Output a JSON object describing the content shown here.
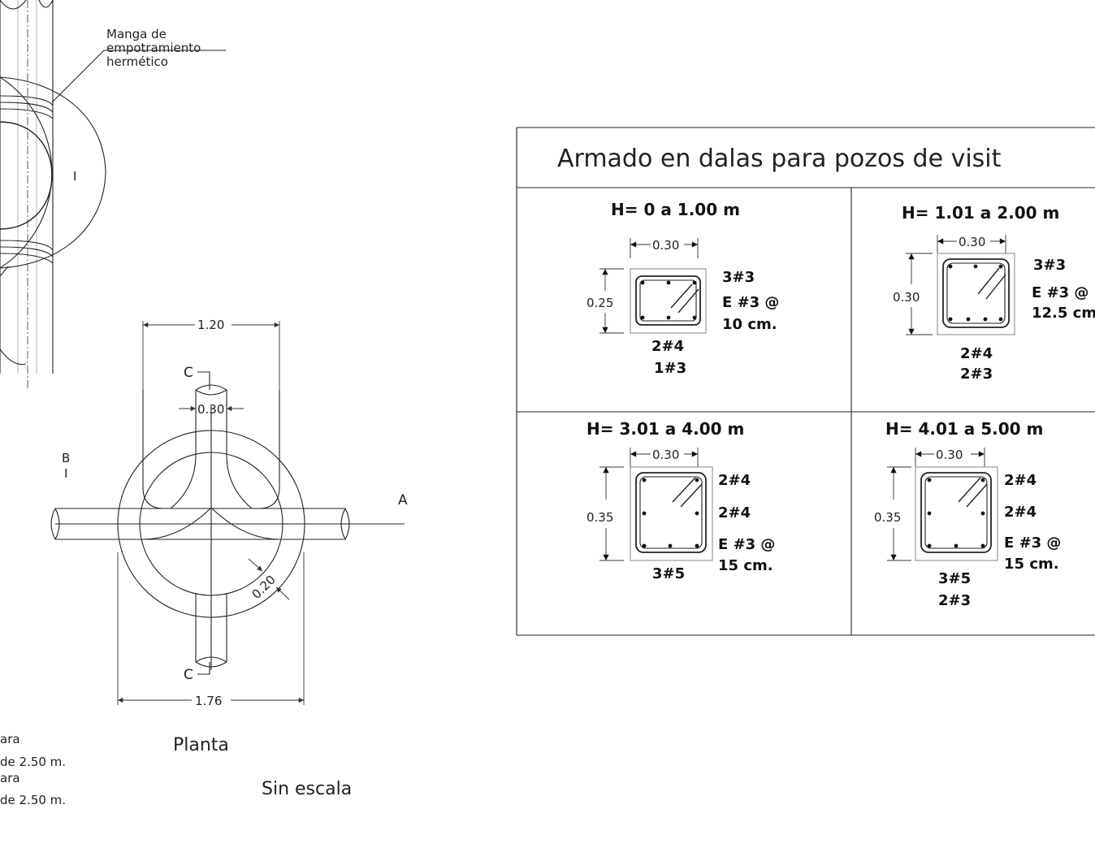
{
  "elevation": {
    "label_sleeve_1": "Manga de",
    "label_sleeve_2": "empotramiento",
    "label_sleeve_3": "hermético",
    "section_mark": "I"
  },
  "plan": {
    "dim_width": "1.20",
    "dim_pipe": "0.30",
    "dim_total": "1.76",
    "dim_wall": "0.20",
    "mark_c_top": "C",
    "mark_c_bottom": "C",
    "mark_a": "A",
    "mark_b": "B",
    "mark_b_tick": "I",
    "title": "Planta",
    "scale": "Sin escala"
  },
  "notes": {
    "line1": "ara",
    "line2": "de 2.50 m.",
    "line3": "ara",
    "line4": "de 2.50 m."
  },
  "table": {
    "title": "Armado en dalas para pozos de visit",
    "cells": [
      {
        "heading": "H= 0 a 1.00 m",
        "width": "0.30",
        "height": "0.25",
        "top_bars": "3#3",
        "stirrup_1": "E #3 @",
        "stirrup_2": "10 cm.",
        "bottom_1": "2#4",
        "bottom_2": "1#3"
      },
      {
        "heading": "H= 1.01 a 2.00 m",
        "width": "0.30",
        "height": "0.30",
        "top_bars": "3#3",
        "stirrup_1": "E #3 @",
        "stirrup_2": "12.5 cm",
        "bottom_1": "2#4",
        "bottom_2": "2#3"
      },
      {
        "heading": "H= 3.01 a 4.00 m",
        "width": "0.30",
        "height": "0.35",
        "top_bars": "2#4",
        "side_bars": "2#4",
        "stirrup_1": "E #3 @",
        "stirrup_2": "15 cm.",
        "bottom_1": "3#5"
      },
      {
        "heading": "H= 4.01 a 5.00 m",
        "width": "0.30",
        "height": "0.35",
        "top_bars": "2#4",
        "side_bars": "2#4",
        "stirrup_1": "E #3 @",
        "stirrup_2": "15 cm.",
        "bottom_1": "3#5",
        "bottom_2": "2#3"
      }
    ]
  }
}
